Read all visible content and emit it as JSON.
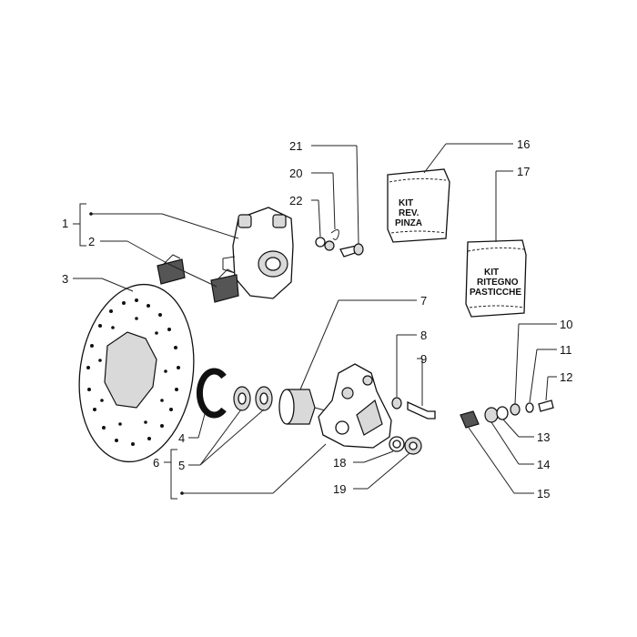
{
  "callouts": {
    "c1": "1",
    "c2": "2",
    "c3": "3",
    "c4": "4",
    "c5": "5",
    "c6": "6",
    "c7": "7",
    "c8": "8",
    "c9": "9",
    "c10": "10",
    "c11": "11",
    "c12": "12",
    "c13": "13",
    "c14": "14",
    "c15": "15",
    "c16": "16",
    "c17": "17",
    "c18": "18",
    "c19": "19",
    "c20": "20",
    "c21": "21",
    "c22": "22"
  },
  "kits": {
    "pinza": {
      "line1": "KIT",
      "line2": "REV.",
      "line3": "PINZA"
    },
    "pasticche": {
      "line1": "KIT",
      "line2": "RITEGNO",
      "line3": "PASTICCHE"
    }
  }
}
